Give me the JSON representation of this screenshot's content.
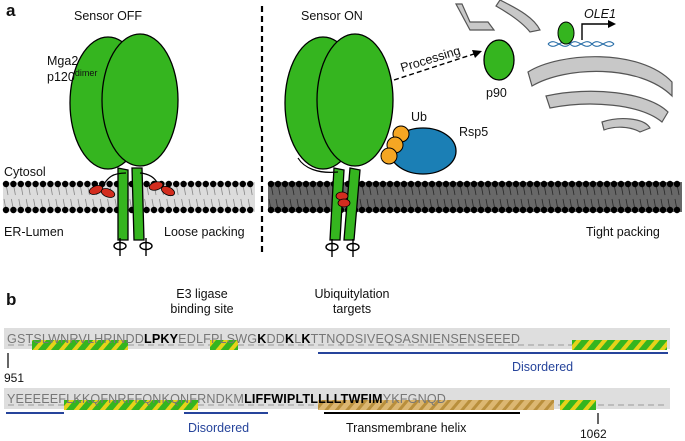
{
  "panel_a": {
    "letter": "a",
    "sensor_off": "Sensor OFF",
    "sensor_on": "Sensor ON",
    "mga2": "Mga2",
    "p120": "p120",
    "dimer": "dimer",
    "processing": "Processing",
    "p90": "p90",
    "ole1": "OLE1",
    "ub": "Ub",
    "rsp5": "Rsp5",
    "cytosol": "Cytosol",
    "er_lumen": "ER-Lumen",
    "loose_packing": "Loose packing",
    "tight_packing": "Tight packing",
    "colors": {
      "protein": "#35b51f",
      "ub": "#f5a623",
      "rsp5": "#1b7fb5",
      "membrane_loose": "#d4d4d4",
      "membrane_tight": "#666666",
      "er": "#c8c8c8"
    }
  },
  "panel_b": {
    "letter": "b",
    "e3_line1": "E3 ligase",
    "e3_line2": "binding site",
    "ubi_line1": "Ubiquitylation",
    "ubi_line2": "targets",
    "row1": [
      {
        "t": "GSTSLWNRVLHRINDD",
        "b": false
      },
      {
        "t": "LPKY",
        "b": true
      },
      {
        "t": "EDLFPLSWG",
        "b": false
      },
      {
        "t": "K",
        "b": true
      },
      {
        "t": "DD",
        "b": false
      },
      {
        "t": "K",
        "b": true
      },
      {
        "t": "L",
        "b": false
      },
      {
        "t": "K",
        "b": true
      },
      {
        "t": "TTNQDSIVEQSASNIENSENSEEED",
        "b": false
      }
    ],
    "row2": [
      {
        "t": "YEEEEEFLKKQFNRFFQNKQNFRNDKM",
        "b": false
      },
      {
        "t": "LIFFWIPLTLLLLTWFIM",
        "b": true
      },
      {
        "t": "YKFGNQD",
        "b": false
      }
    ],
    "start_label": "951",
    "end_label": "1062",
    "disordered_1": "Disordered",
    "disordered_2": "Disordered",
    "tm_label": "Transmembrane helix",
    "colors": {
      "helix_green": "#35b51f",
      "helix_yellow": "#e6d21a",
      "tm_fill": "#d8b46a",
      "tm_stripe": "#c49a44",
      "disorder_line": "#26449b"
    }
  }
}
